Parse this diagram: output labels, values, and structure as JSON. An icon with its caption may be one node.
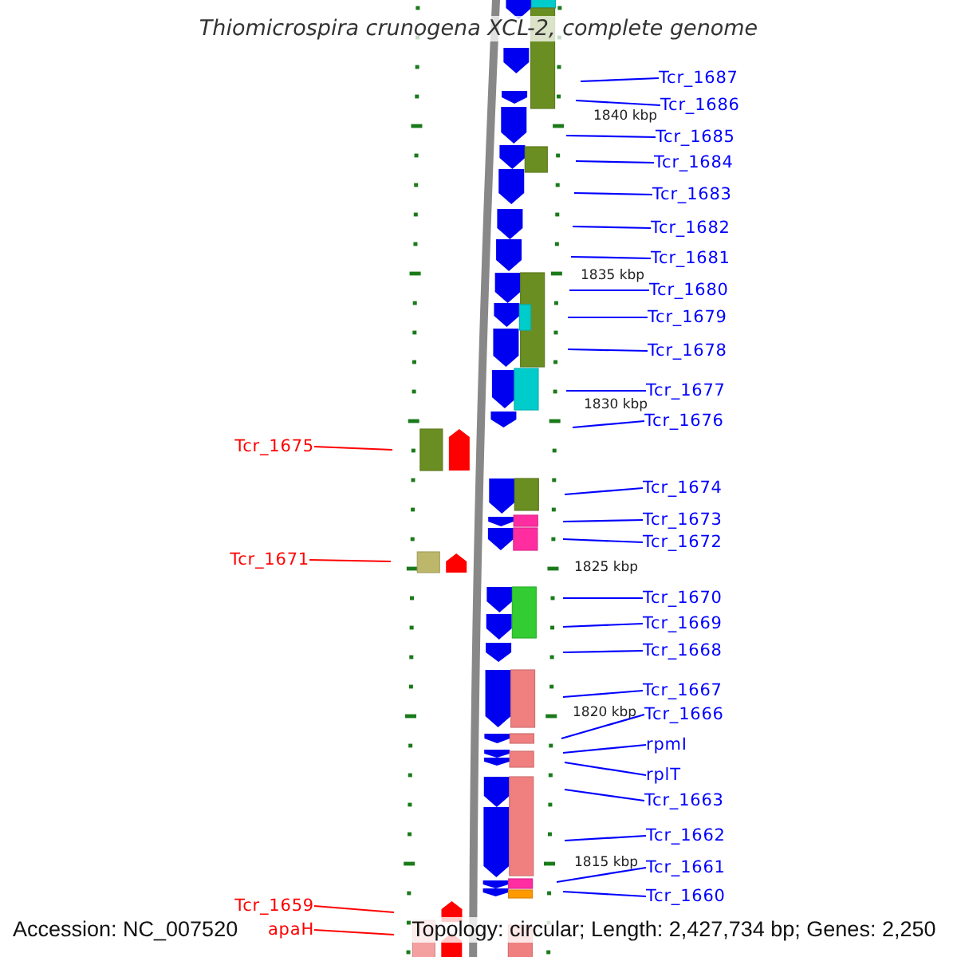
{
  "diagram": {
    "title": "Thiomicrospira crunogena XCL-2, complete genome",
    "nodes": [
      {
        "text": [
          "Tcr_1687"
        ]
      },
      {
        "text": [
          "Tcr_1686"
        ]
      },
      {
        "text": [
          "Tcr_1685"
        ]
      },
      {
        "text": [
          "Tcr_1684"
        ]
      },
      {
        "text": [
          "Tcr_1683"
        ]
      },
      {
        "text": [
          "Tcr_1682"
        ]
      },
      {
        "text": [
          "Tcr_1681"
        ]
      },
      {
        "text": [
          "Tcr_1680"
        ]
      },
      {
        "text": [
          "Tcr_1679"
        ]
      },
      {
        "text": [
          "Tcr_1678"
        ]
      },
      {
        "text": [
          "Tcr_1677"
        ]
      },
      {
        "text": [
          "Tcr_1676"
        ]
      },
      {
        "text": [
          "Tcr_1675"
        ]
      },
      {
        "text": [
          "Tcr_1674"
        ]
      },
      {
        "text": [
          "Tcr_1673"
        ]
      },
      {
        "text": [
          "Tcr_1672"
        ]
      },
      {
        "text": [
          "Tcr_1671"
        ]
      },
      {
        "text": [
          "Tcr_1670"
        ]
      },
      {
        "text": [
          "Tcr_1669"
        ]
      },
      {
        "text": [
          "Tcr_1668"
        ]
      },
      {
        "text": [
          "Tcr_1667"
        ]
      },
      {
        "text": [
          "Tcr_1666"
        ]
      },
      {
        "text": [
          "rpmI"
        ]
      },
      {
        "text": [
          "rplT"
        ]
      },
      {
        "text": [
          "Tcr_1663"
        ]
      },
      {
        "text": [
          "Tcr_1662"
        ]
      },
      {
        "text": [
          "Tcr_1661"
        ]
      },
      {
        "text": [
          "Tcr_1660"
        ]
      },
      {
        "text": [
          "Tcr_1659"
        ]
      },
      {
        "text": [
          "apaH"
        ]
      }
    ],
    "edges": [
      {
        "from": 0,
        "to": null,
        "arrow": "none"
      },
      {
        "from": 1,
        "to": null,
        "arrow": "none"
      },
      {
        "from": 2,
        "to": null,
        "arrow": "none"
      },
      {
        "from": 3,
        "to": null,
        "arrow": "none"
      },
      {
        "from": 4,
        "to": null,
        "arrow": "none"
      },
      {
        "from": 5,
        "to": null,
        "arrow": "none"
      },
      {
        "from": 6,
        "to": null,
        "arrow": "none"
      },
      {
        "from": 7,
        "to": null,
        "arrow": "none"
      },
      {
        "from": 8,
        "to": null,
        "arrow": "none"
      },
      {
        "from": 9,
        "to": null,
        "arrow": "none"
      },
      {
        "from": 10,
        "to": null,
        "arrow": "none"
      },
      {
        "from": 11,
        "to": null,
        "arrow": "none"
      },
      {
        "from": 12,
        "to": null,
        "arrow": "none",
        "color": "#ff0000"
      },
      {
        "from": 13,
        "to": null,
        "arrow": "none"
      },
      {
        "from": 14,
        "to": null,
        "arrow": "none"
      },
      {
        "from": 15,
        "to": null,
        "arrow": "none"
      },
      {
        "from": 16,
        "to": null,
        "arrow": "none",
        "color": "#ff0000"
      },
      {
        "from": 17,
        "to": null,
        "arrow": "none"
      },
      {
        "from": 18,
        "to": null,
        "arrow": "none"
      },
      {
        "from": 19,
        "to": null,
        "arrow": "none"
      },
      {
        "from": 20,
        "to": null,
        "arrow": "none"
      },
      {
        "from": 21,
        "to": null,
        "arrow": "none"
      },
      {
        "from": 22,
        "to": null,
        "arrow": "none"
      },
      {
        "from": 23,
        "to": null,
        "arrow": "none"
      },
      {
        "from": 24,
        "to": null,
        "arrow": "none"
      },
      {
        "from": 25,
        "to": null,
        "arrow": "none"
      },
      {
        "from": 26,
        "to": null,
        "arrow": "none"
      },
      {
        "from": 27,
        "to": null,
        "arrow": "none"
      },
      {
        "from": 28,
        "to": null,
        "arrow": "none",
        "color": "#ff0000"
      },
      {
        "from": 29,
        "to": null,
        "arrow": "none",
        "color": "#ff0000"
      }
    ],
    "labels": [
      "1840 kbp",
      "1835 kbp",
      "1830 kbp",
      "1825 kbp",
      "1820 kbp",
      "1815 kbp",
      "Accession: NC_007520",
      "Topology: circular; Length: 2,427,734 bp; Genes: 2,250"
    ]
  }
}
